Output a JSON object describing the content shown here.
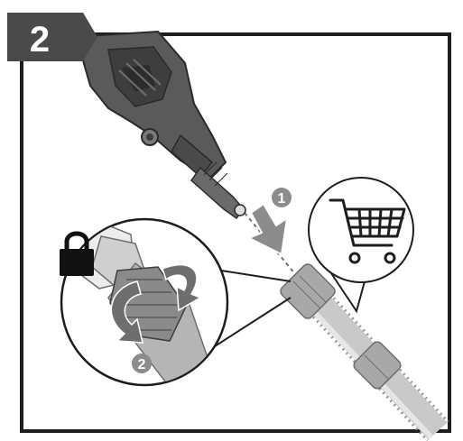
{
  "step": {
    "number": "2"
  },
  "callouts": [
    {
      "label": "1"
    },
    {
      "label": "2"
    }
  ],
  "icons": {
    "lock": "lock-icon",
    "cart": "shopping-cart-icon",
    "rotate": "rotate-arrows-icon",
    "insert": "down-arrow-icon"
  },
  "colors": {
    "badge": "#4a4a4a",
    "frame": "#1e1e1e",
    "tool": "#5a5a5a",
    "callout": "#8c8c8c",
    "hose": "#b8b8b8"
  }
}
